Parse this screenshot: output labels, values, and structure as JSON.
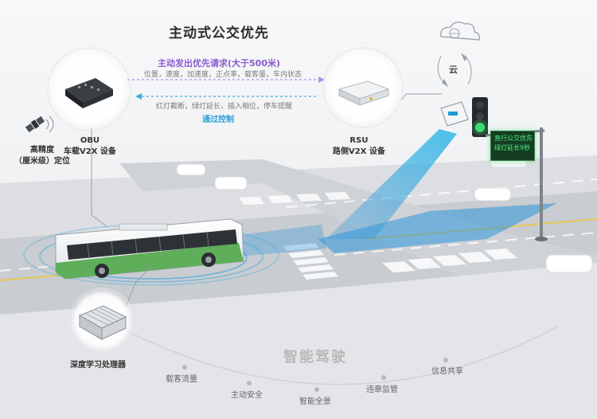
{
  "title": "主动式公交优先",
  "request": {
    "label": "主动发出优先请求(大于500米)",
    "state": "位置，速度，加速度，正点率，载客量，车内状态"
  },
  "response": {
    "actions": "红灯截断，绿灯延长，插入相位，停车提醒",
    "control": "通过控制"
  },
  "obu": {
    "name": "OBU",
    "desc": "车载V2X 设备"
  },
  "rsu": {
    "name": "RSU",
    "desc": "路侧V2X 设备"
  },
  "cloud": {
    "label": "云"
  },
  "positioning": {
    "line1": "高精度",
    "line2": "（厘米级）定位"
  },
  "processor": {
    "label": "深度学习处理器"
  },
  "sign": {
    "line1": "直行公交优先",
    "line2": "绿灯延长9秒"
  },
  "smart_driving": {
    "title": "智能驾驶",
    "features": [
      "载客流量",
      "主动安全",
      "智能全景",
      "违章监管",
      "信息共享"
    ]
  },
  "colors": {
    "request": "#8a5ad0",
    "control": "#2a9fd8",
    "bus_green": "#5fae5a",
    "signal_green": "#3ddc6e"
  }
}
